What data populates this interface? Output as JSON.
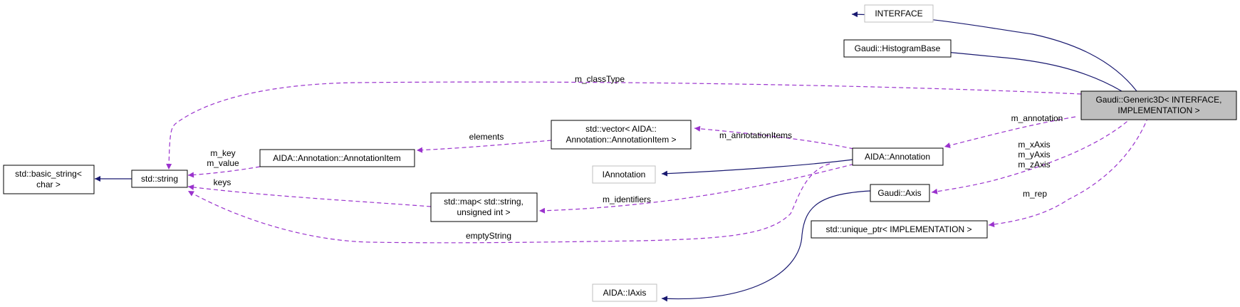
{
  "diagram": {
    "colors": {
      "inheritance_edge": "#191970",
      "usage_edge": "#9a32cd",
      "focus_node_fill": "#bfbfbf",
      "node_border": "#000000",
      "external_node_border": "#bfbfbf"
    },
    "nodes": {
      "generic3d": [
        "Gaudi::Generic3D< INTERFACE,",
        "IMPLEMENTATION >"
      ],
      "interface": [
        "INTERFACE"
      ],
      "histogram_base": [
        "Gaudi::HistogramBase"
      ],
      "aida_annotation": [
        "AIDA::Annotation"
      ],
      "iannotation": [
        "IAnnotation"
      ],
      "std_vector": [
        "std::vector< AIDA::",
        "Annotation::AnnotationItem >"
      ],
      "annotation_item": [
        "AIDA::Annotation::AnnotationItem"
      ],
      "std_string": [
        "std::string"
      ],
      "basic_string": [
        "std::basic_string<",
        "char >"
      ],
      "std_map": [
        "std::map< std::string,",
        "unsigned int >"
      ],
      "gaudi_axis": [
        "Gaudi::Axis"
      ],
      "aida_iaxis": [
        "AIDA::IAxis"
      ],
      "unique_ptr": [
        "std::unique_ptr< IMPLEMENTATION >"
      ]
    },
    "edge_labels": {
      "m_classType": [
        "m_classType"
      ],
      "m_annotation": [
        "m_annotation"
      ],
      "m_axes": [
        "m_xAxis",
        "m_yAxis",
        "m_zAxis"
      ],
      "m_rep": [
        "m_rep"
      ],
      "m_annotationItems": [
        "m_annotationItems"
      ],
      "elements": [
        "elements"
      ],
      "m_key_value": [
        "m_key",
        "m_value"
      ],
      "keys": [
        "keys"
      ],
      "m_identifiers": [
        "m_identifiers"
      ],
      "emptyString": [
        "emptyString"
      ]
    }
  }
}
